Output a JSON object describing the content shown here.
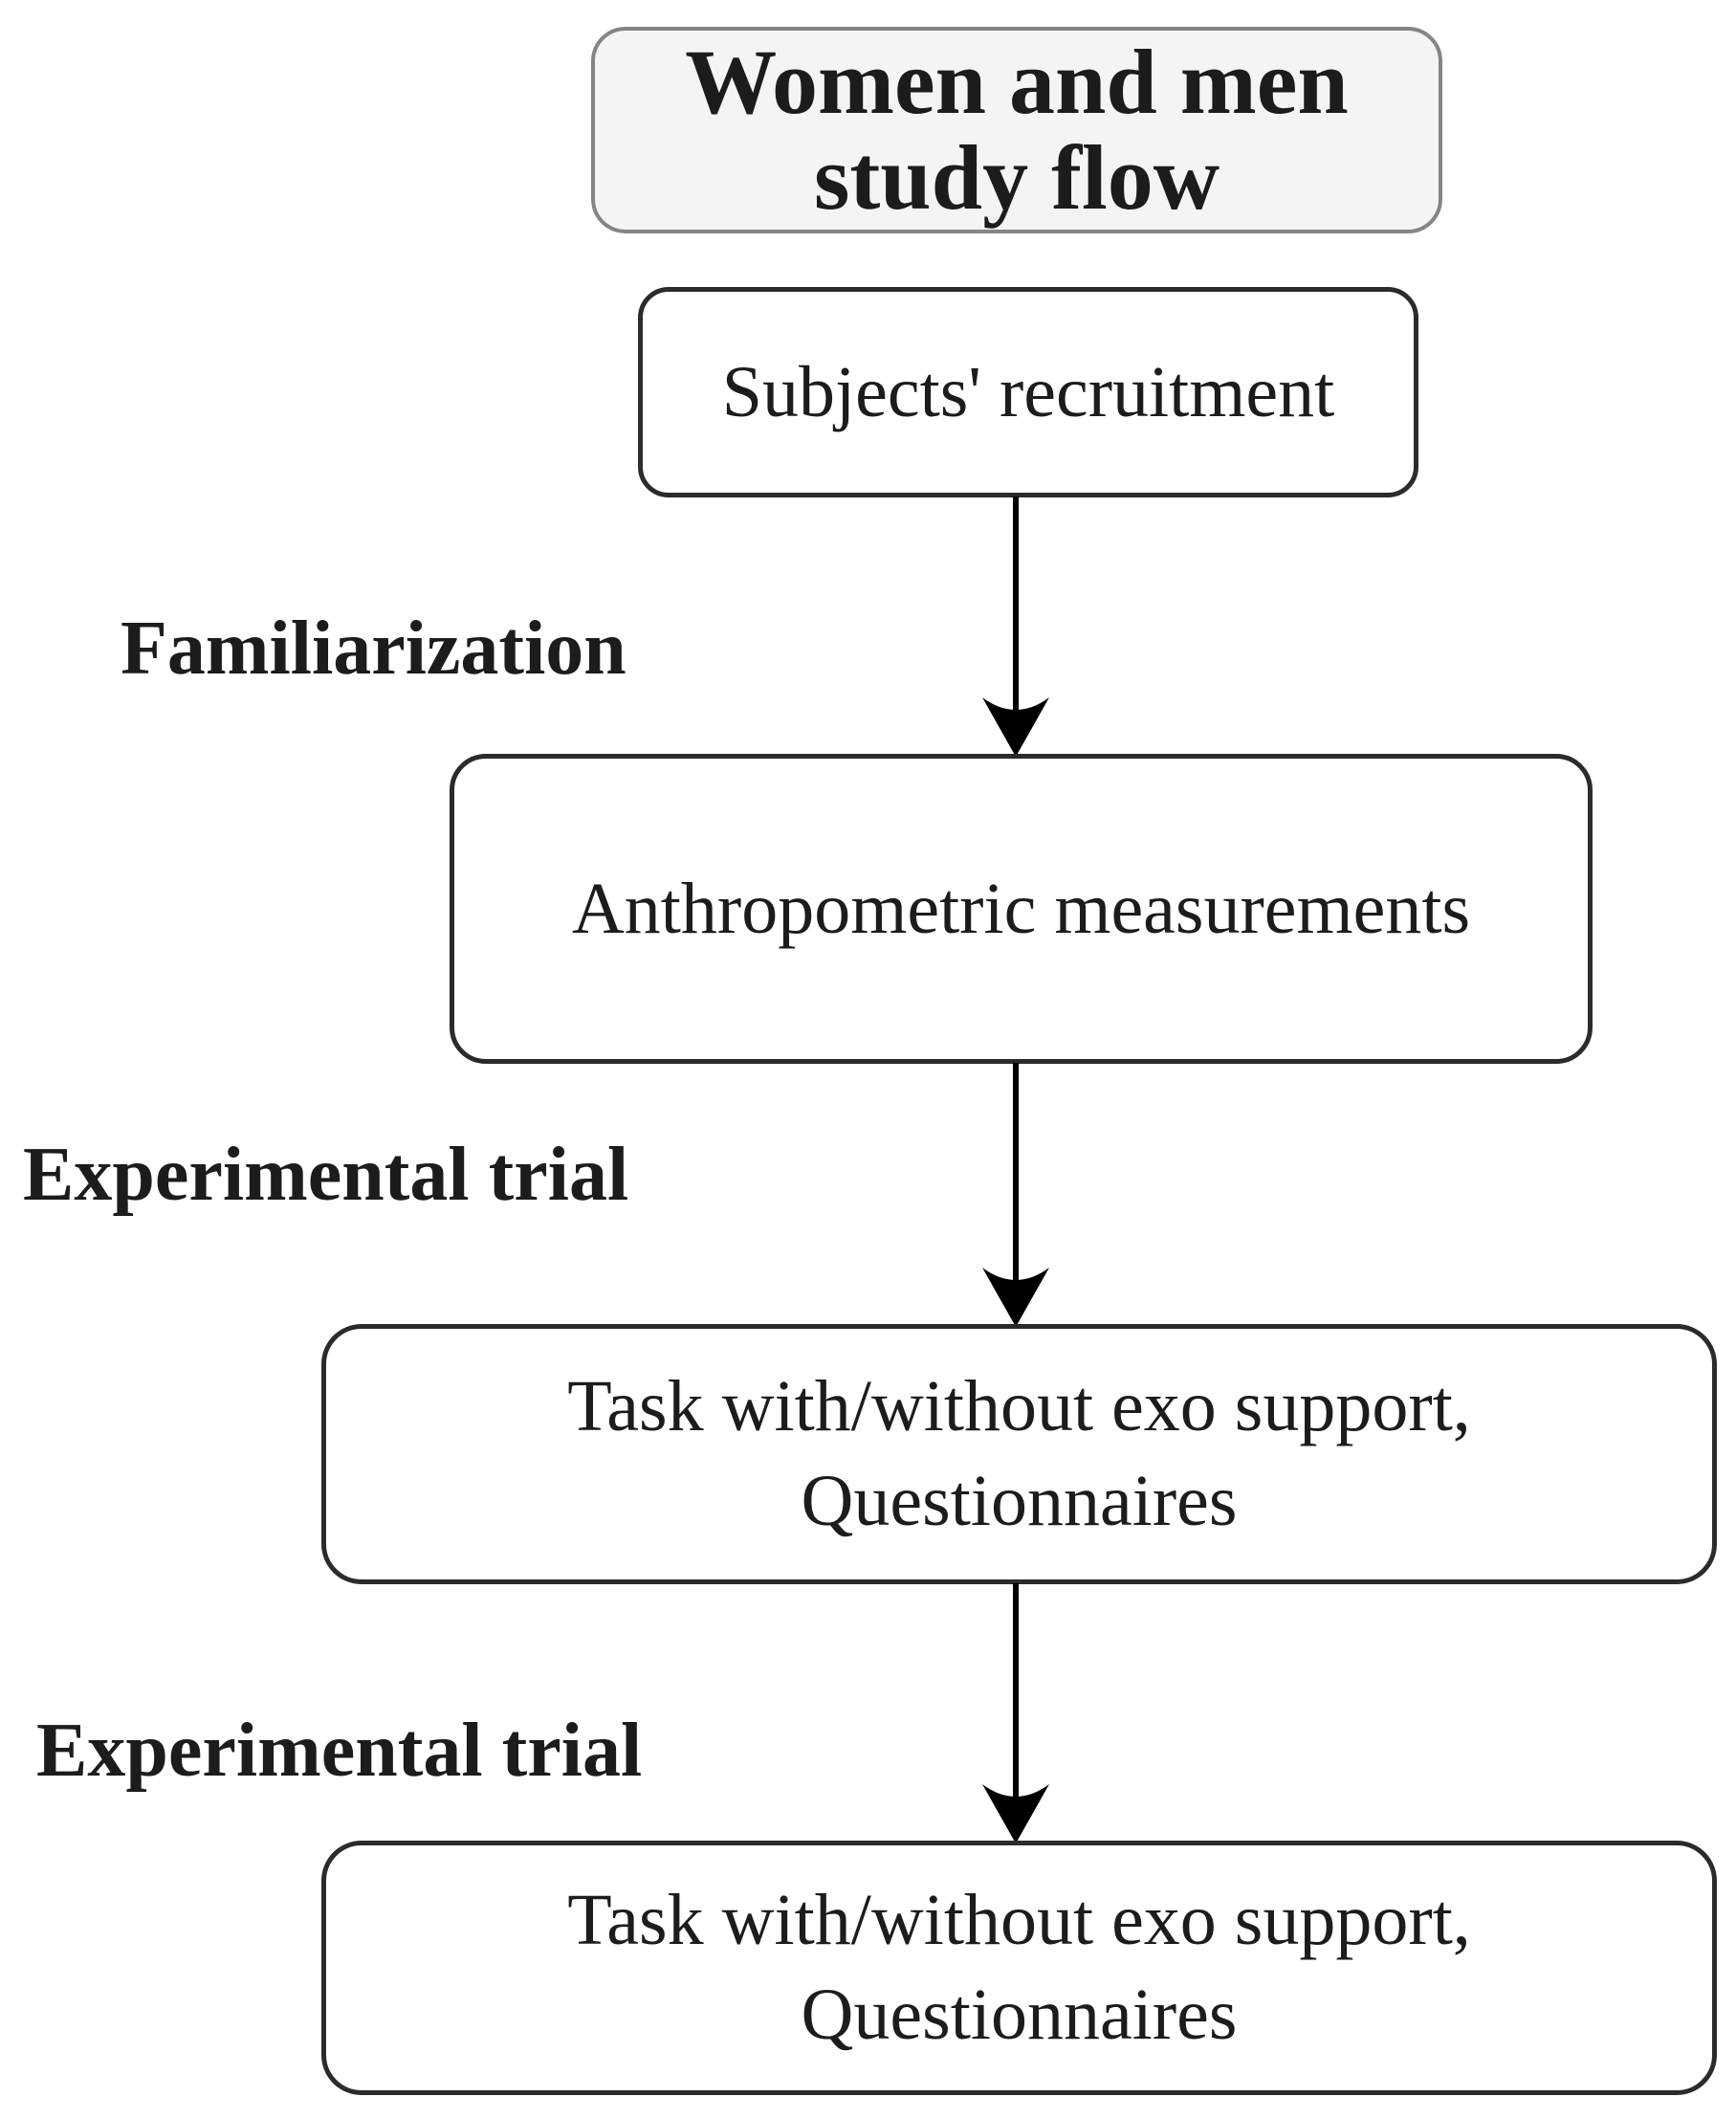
{
  "colors": {
    "page_bg": "#ffffff",
    "title_fill": "#f4f4f4",
    "title_border": "#858585",
    "box_fill": "#ffffff",
    "box_border": "#2b2b2b",
    "text": "#1c1c1c",
    "arrow": "#000000"
  },
  "title_box": {
    "lines": [
      "Women and men",
      "study flow"
    ]
  },
  "boxes": [
    {
      "id": "subjects-recruitment",
      "lines": [
        "Subjects' recruitment"
      ]
    },
    {
      "id": "anthropometric-measurements",
      "lines": [
        "Anthropometric measurements"
      ]
    },
    {
      "id": "experimental-task-1",
      "lines": [
        "Task with/without exo support,",
        "Questionnaires"
      ]
    },
    {
      "id": "experimental-task-2",
      "lines": [
        "Task with/without exo support,",
        "Questionnaires"
      ]
    }
  ],
  "stage_labels": [
    {
      "text": "Familiarization"
    },
    {
      "text": "Experimental trial"
    },
    {
      "text": "Experimental trial"
    }
  ],
  "arrows": [
    {
      "name": "recruitment-to-anthropometric"
    },
    {
      "name": "anthropometric-to-task-1"
    },
    {
      "name": "task-1-to-task-2"
    }
  ]
}
